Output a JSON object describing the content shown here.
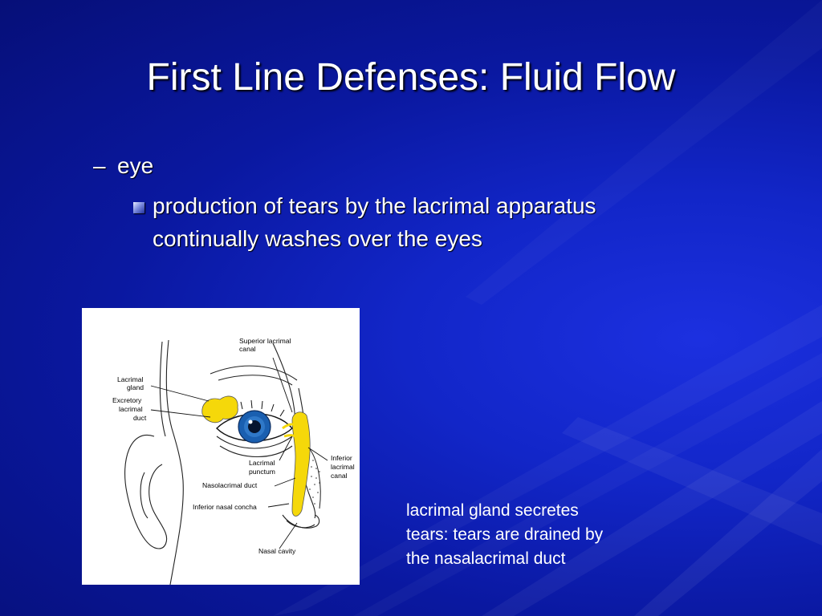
{
  "slide": {
    "title": "First Line Defenses: Fluid Flow",
    "bullet_level1": {
      "marker": "–",
      "text": "eye"
    },
    "bullet_level2": {
      "line1": "production of tears by the lacrimal apparatus",
      "line2": "continually washes over the eyes"
    },
    "caption": {
      "line1": "lacrimal gland secretes",
      "line2": "tears: tears are drained by",
      "line3": "the nasalacrimal duct"
    }
  },
  "diagram": {
    "labels": {
      "superior_canal_1": "Superior lacrimal",
      "superior_canal_2": "canal",
      "lacrimal_gland_1": "Lacrimal",
      "lacrimal_gland_2": "gland",
      "excretory_duct_1": "Excretory",
      "excretory_duct_2": "lacrimal",
      "excretory_duct_3": "duct",
      "lacrimal_punctum_1": "Lacrimal",
      "lacrimal_punctum_2": "punctum",
      "nasolacrimal_duct": "Nasolacrimal duct",
      "inferior_canal_1": "Inferior",
      "inferior_canal_2": "lacrimal",
      "inferior_canal_3": "canal",
      "inferior_concha": "Inferior nasal concha",
      "nasal_cavity": "Nasal cavity"
    }
  },
  "colors": {
    "background": "#0a18a0",
    "text": "#ffffff",
    "gland_yellow": "#f5d80a",
    "iris_blue": "#1a5fb0"
  }
}
